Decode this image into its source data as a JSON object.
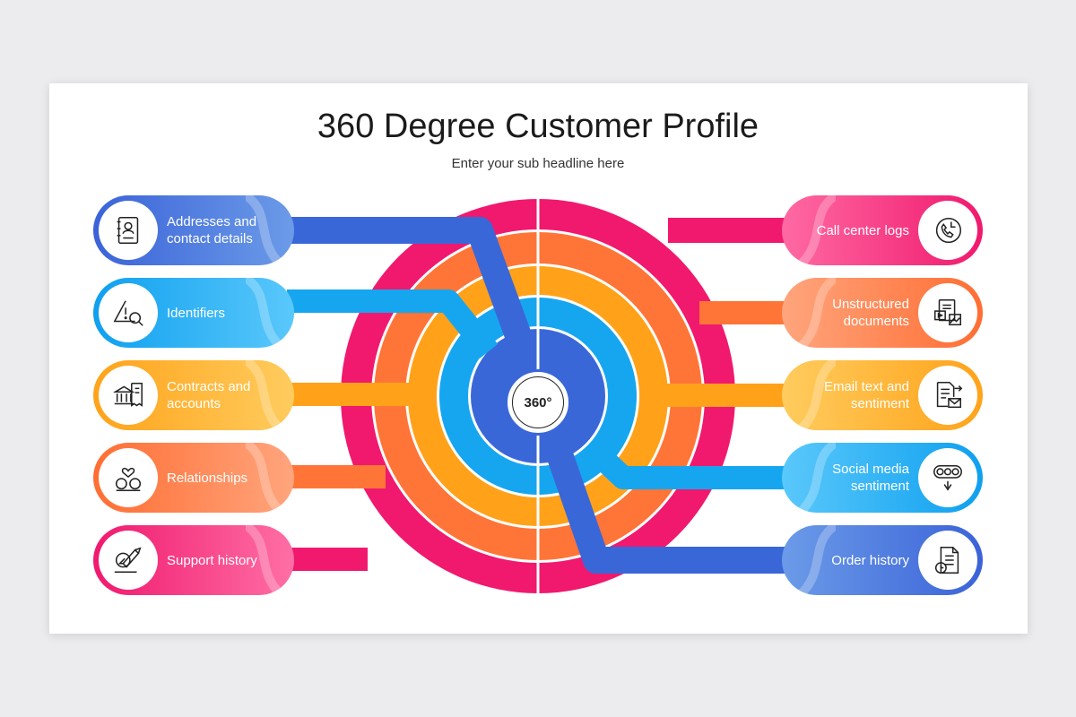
{
  "title": "360 Degree Customer Profile",
  "subtitle": "Enter your sub headline here",
  "center_label": "360°",
  "colors": {
    "blue_dark": "#3a67d8",
    "blue_light": "#16a6f0",
    "orange_yellow": "#ffa21a",
    "orange": "#ff7537",
    "pink": "#f0196e"
  },
  "left_items": [
    {
      "label": "Addresses and contact details",
      "icon": "address-book-icon"
    },
    {
      "label": "Identifiers",
      "icon": "warning-search-icon"
    },
    {
      "label": "Contracts and accounts",
      "icon": "bank-receipt-icon"
    },
    {
      "label": "Relationships",
      "icon": "couple-heart-icon"
    },
    {
      "label": "Support history",
      "icon": "rocket-hand-icon"
    }
  ],
  "right_items": [
    {
      "label": "Call center logs",
      "icon": "phone-clock-icon"
    },
    {
      "label": "Unstructured documents",
      "icon": "documents-media-icon"
    },
    {
      "label": "Email text and sentiment",
      "icon": "email-document-icon"
    },
    {
      "label": "Social media sentiment",
      "icon": "emoji-feedback-icon"
    },
    {
      "label": "Order history",
      "icon": "order-document-icon"
    }
  ]
}
